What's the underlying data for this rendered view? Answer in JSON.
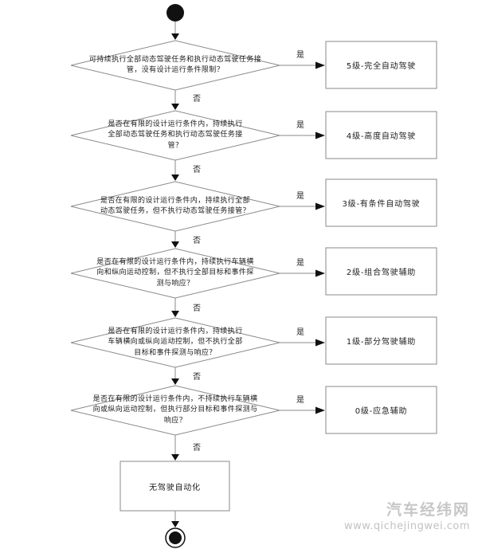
{
  "edge_labels": {
    "yes": "是",
    "no": "否"
  },
  "decisions": [
    {
      "text": "可持续执行全部动态驾驶任务和执行动态驾驶任务接管，没有设计运行条件限制？",
      "yes": "是",
      "no": "否"
    },
    {
      "text": "是否在有限的设计运行条件内，持续执行全部动态驾驶任务和执行动态驾驶任务接管？",
      "yes": "是",
      "no": "否"
    },
    {
      "text": "是否在有限的设计运行条件内，持续执行全部动态驾驶任务，但不执行动态驾驶任务接管？",
      "yes": "是",
      "no": "否"
    },
    {
      "text": "是否在有限的设计运行条件内，持续执行车辆横向和纵向运动控制，但不执行全部目标和事件探测与响应？",
      "yes": "是",
      "no": "否"
    },
    {
      "text": "是否在有限的设计运行条件内，持续执行车辆横向或纵向运动控制，但不执行全部目标和事件探测与响应？",
      "yes": "是",
      "no": "否"
    },
    {
      "text": "是否在有限的设计运行条件内，不持续执行车辆横向或纵向运动控制，但执行部分目标和事件探测与响应？",
      "yes": "是",
      "no": "否"
    }
  ],
  "levels": [
    "5级-完全自动驾驶",
    "4级-高度自动驾驶",
    "3级-有条件自动驾驶",
    "2级-组合驾驶辅助",
    "1级-部分驾驶辅助",
    "0级-应急辅助"
  ],
  "terminal_label": "无驾驶自动化",
  "watermark": {
    "site_name": "汽车经纬网",
    "site_url": "www.qichejingwei.com"
  }
}
